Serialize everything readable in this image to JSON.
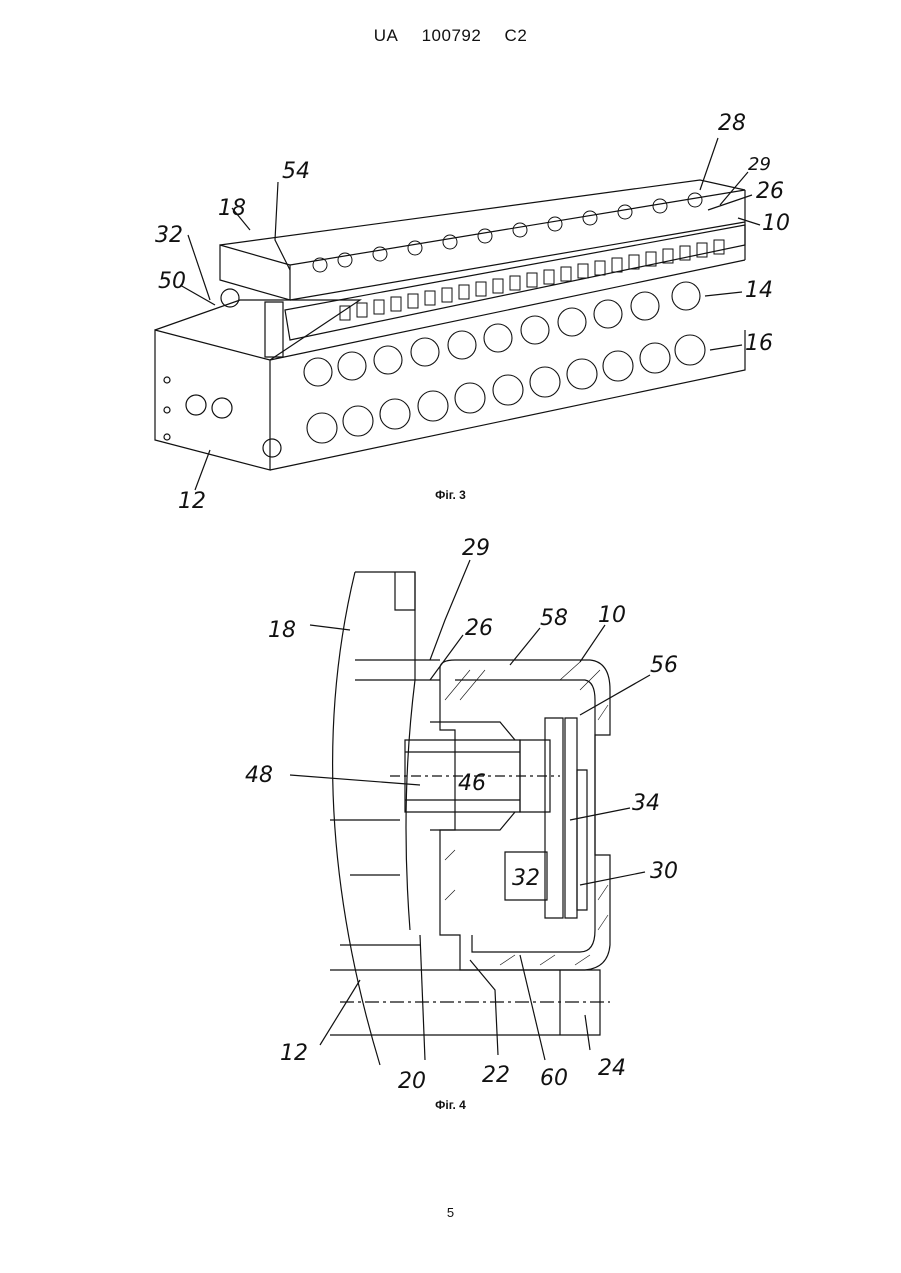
{
  "header": {
    "country": "UA",
    "number": "100792",
    "kind": "C2"
  },
  "figures": [
    {
      "caption": "Фіг. 3",
      "labels": [
        "28",
        "29",
        "26",
        "10",
        "54",
        "18",
        "32",
        "50",
        "14",
        "16",
        "12"
      ]
    },
    {
      "caption": "Фіг. 4",
      "labels": [
        "29",
        "18",
        "26",
        "58",
        "10",
        "56",
        "48",
        "46",
        "34",
        "32",
        "30",
        "12",
        "20",
        "22",
        "60",
        "24"
      ]
    }
  ],
  "page_number": "5"
}
